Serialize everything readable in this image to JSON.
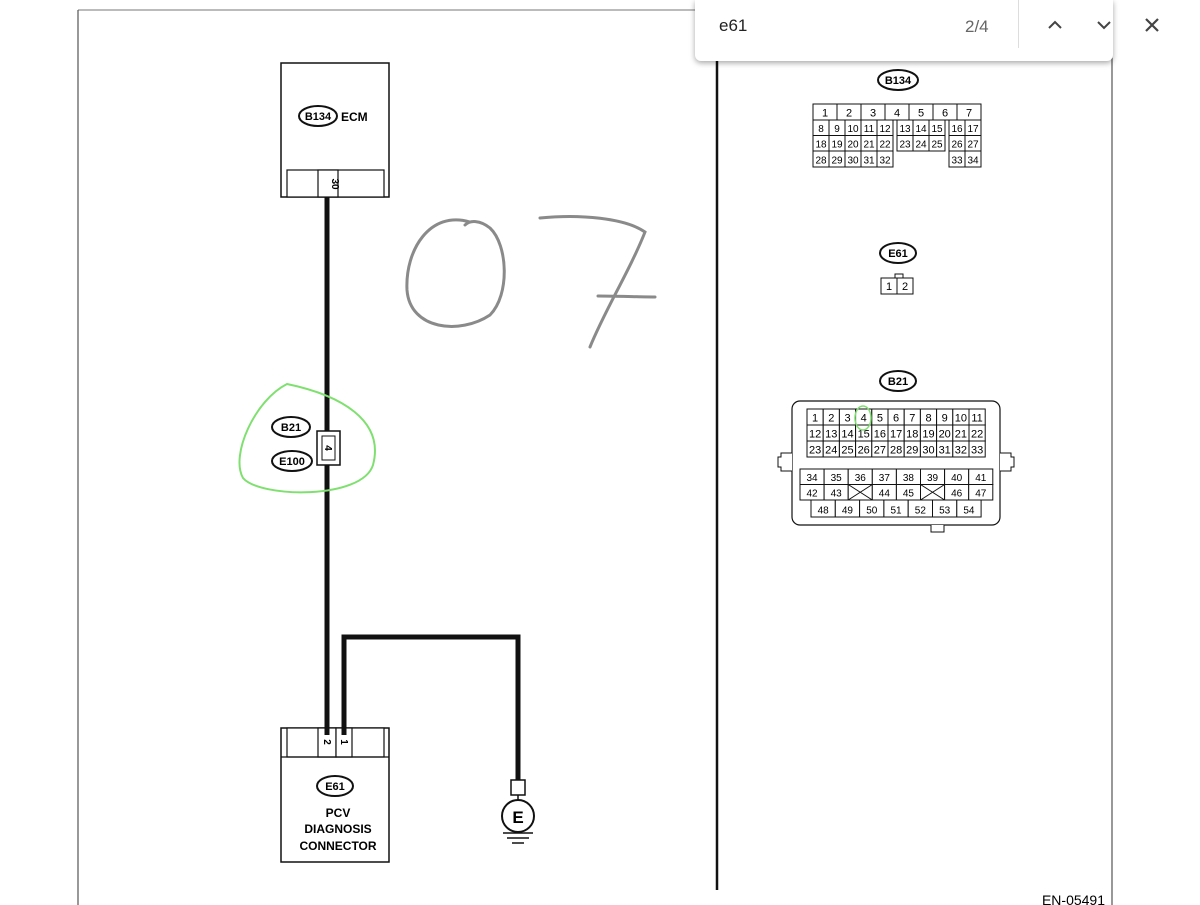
{
  "find_bar": {
    "query": "e61",
    "match_count": "2/4",
    "prev_icon": "chevron-up-icon",
    "next_icon": "chevron-down-icon",
    "close_icon": "close-icon"
  },
  "schematic": {
    "ecm": {
      "connector": "B134",
      "label": "ECM",
      "pin": "30"
    },
    "joint": {
      "connector_top": "B21",
      "connector_bottom": "E100",
      "pin": "4"
    },
    "pcv": {
      "connector": "E61",
      "lines": [
        "PCV",
        "DIAGNOSIS",
        "CONNECTOR"
      ],
      "pins": [
        "2",
        "1"
      ]
    },
    "ground": {
      "label": "E"
    },
    "handwriting": "07",
    "figure_id": "EN-05491"
  },
  "connectors": {
    "b134": {
      "label": "B134",
      "rows": [
        [
          "1",
          "2",
          "3",
          "4",
          "5",
          "6",
          "7"
        ],
        [
          "8",
          "9",
          "10",
          "11",
          "12",
          "13",
          "14",
          "15",
          "16",
          "17"
        ],
        [
          "18",
          "19",
          "20",
          "21",
          "22",
          "23",
          "24",
          "25",
          "26",
          "27"
        ],
        [
          "28",
          "29",
          "30",
          "31",
          "32",
          "33",
          "34"
        ]
      ]
    },
    "e61": {
      "label": "E61",
      "pins": [
        "1",
        "2"
      ]
    },
    "b21": {
      "label": "B21",
      "top_rows": [
        [
          "1",
          "2",
          "3",
          "4",
          "5",
          "6",
          "7",
          "8",
          "9",
          "10",
          "11"
        ],
        [
          "12",
          "13",
          "14",
          "15",
          "16",
          "17",
          "18",
          "19",
          "20",
          "21",
          "22"
        ],
        [
          "23",
          "24",
          "25",
          "26",
          "27",
          "28",
          "29",
          "30",
          "31",
          "32",
          "33"
        ]
      ],
      "bottom_rows": [
        [
          "34",
          "35",
          "36",
          "37",
          "38",
          "39",
          "40",
          "41"
        ],
        [
          "42",
          "43",
          "X",
          "44",
          "45",
          "X",
          "46",
          "47"
        ],
        [
          "48",
          "49",
          "50",
          "51",
          "52",
          "53",
          "54"
        ]
      ],
      "highlighted_pin": "4"
    }
  },
  "colors": {
    "annotation_green": "#7fe070",
    "handwriting_gray": "#8a8a8a"
  }
}
